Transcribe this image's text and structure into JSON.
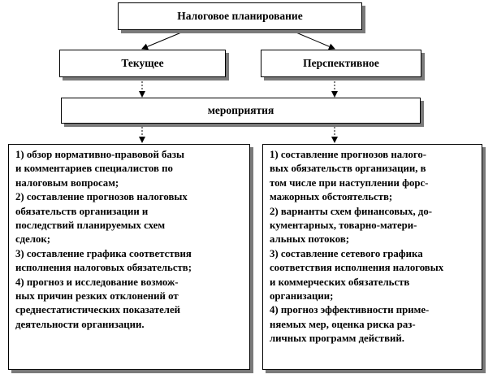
{
  "diagram": {
    "root": "Налоговое планирование",
    "branches": [
      "Текущее",
      "Перспективное"
    ],
    "merge": "мероприятия",
    "left_list": [
      "1) обзор нормативно-правовой базы",
      "и комментариев  специалистов по",
      "налоговым вопросам;",
      "2) составление прогнозов налоговых",
      "обязательств  организации и",
      "последствий  планируемых  схем",
      "сделок;",
      "3) составление графика  соответствия",
      "исполнения налоговых обязательств;",
      "4) прогноз и исследование возмож-",
      "ных причин резких  отклонений от",
      "среднестатистических   показателей",
      "деятельности организации."
    ],
    "right_list": [
      "1) составление прогнозов налого-",
      "вых обязательств  организации, в",
      "том числе при наступлении форс-",
      "мажорных обстоятельств;",
      "2) варианты схем финансовых, до-",
      "кументарных,  товарно-матери-",
      "альных потоков;",
      "3) составление  сетевого графика",
      "соответствия исполнения налоговых",
      "и коммерческих  обязательств",
      "организации;",
      "4) прогноз эффективности  приме-",
      "няемых мер, оценка риска  раз-",
      "личных программ действий."
    ]
  }
}
